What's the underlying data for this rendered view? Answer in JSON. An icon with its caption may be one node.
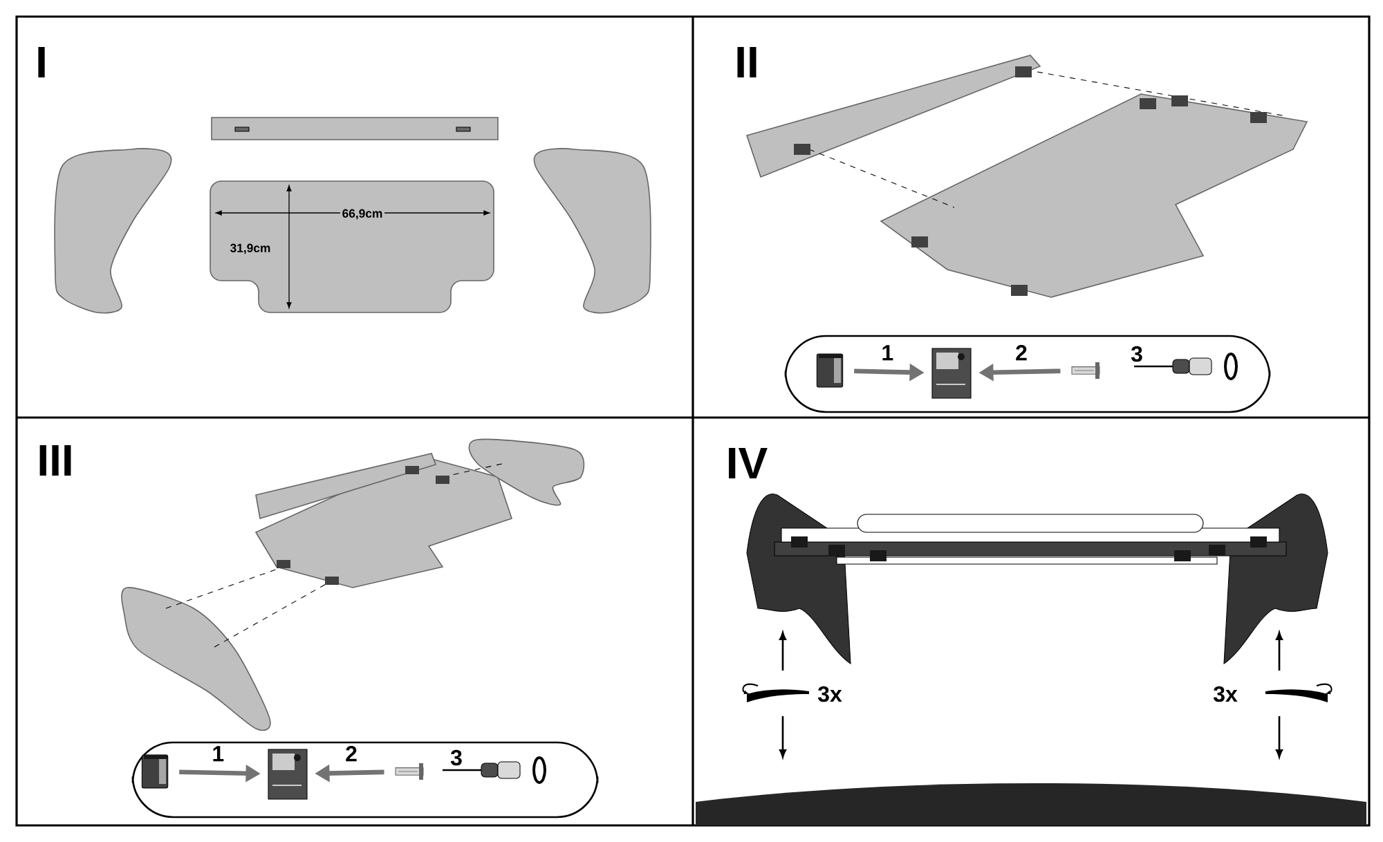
{
  "diagram": {
    "nodes": [
      {
        "text": [],
        "shape": "picture"
      },
      {
        "text": [],
        "shape": "picture"
      },
      {
        "text": [],
        "shape": "picture"
      },
      {
        "text": [],
        "shape": "picture"
      },
      {
        "text": [],
        "shape": "picture"
      },
      {
        "text": [],
        "shape": "picture"
      }
    ],
    "edges": [
      {
        "from": 0,
        "to": 1,
        "arrow": "to",
        "label": "1"
      },
      {
        "from": 2,
        "to": 1,
        "arrow": "to",
        "label": "2"
      },
      {
        "from": 3,
        "to": 4,
        "arrow": "to",
        "label": "1"
      },
      {
        "from": 5,
        "to": 4,
        "arrow": "to",
        "label": "2"
      }
    ],
    "labels": [
      "I",
      "66,9cm",
      "31,9cm",
      "II",
      "3",
      "III",
      "3",
      "IV",
      "3x",
      "3x"
    ]
  }
}
